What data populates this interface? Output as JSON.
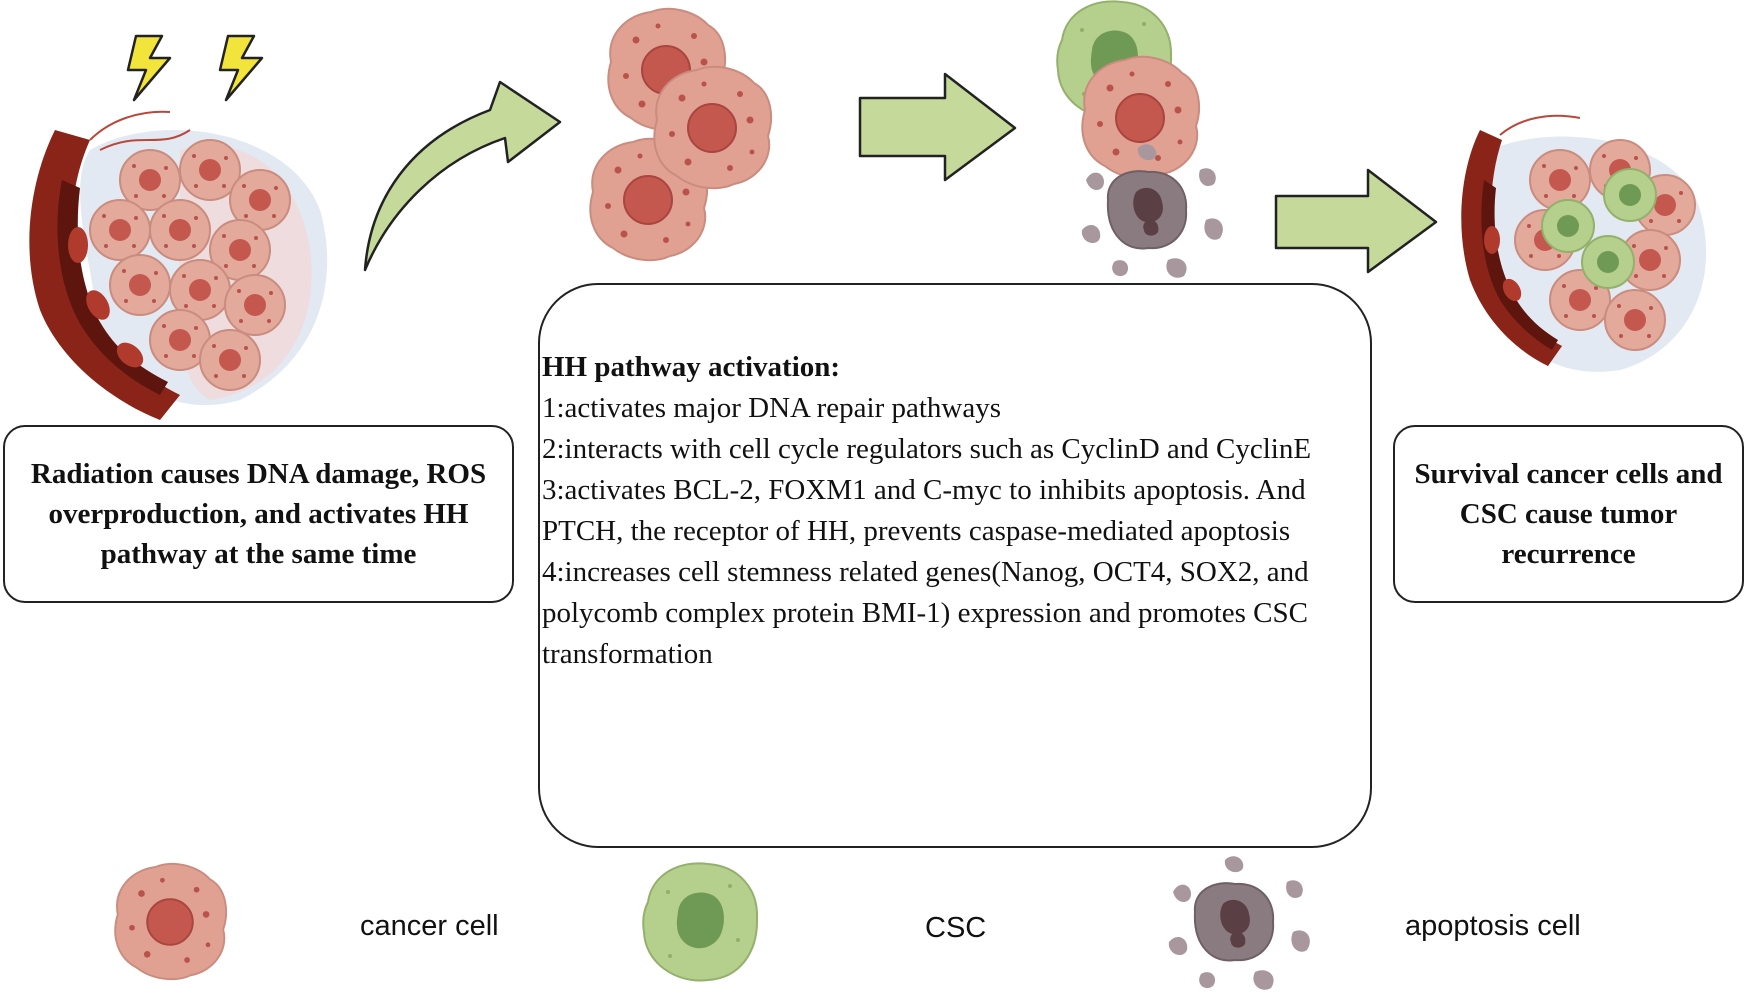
{
  "radiation_box": {
    "text": "Radiation causes DNA damage, ROS overproduction, and activates HH pathway at the same time"
  },
  "hh_box": {
    "title": "HH pathway activation:",
    "items": [
      "1:activates major DNA repair pathways",
      "2:interacts with cell cycle regulators such as CyclinD and CyclinE",
      "3:activates BCL-2, FOXM1 and C-myc to inhibits apoptosis.  And PTCH, the receptor of HH, prevents caspase-mediated apoptosis",
      "4:increases cell stemness related genes(Nanog, OCT4, SOX2, and polycomb complex protein BMI-1) expression and promotes CSC transformation"
    ]
  },
  "survival_box": {
    "text": "Survival cancer cells and CSC cause tumor recurrence"
  },
  "legend": {
    "cancer_cell": "cancer cell",
    "csc": "CSC",
    "apoptosis_cell": "apoptosis cell"
  },
  "colors": {
    "cancer_cell_fill": "#e0a193",
    "cancer_cell_nucleus": "#c4574e",
    "csc_fill": "#b5cf8c",
    "csc_nucleus": "#6f9a55",
    "apoptosis_fill": "#8a7b80",
    "vessel": "#8a2418",
    "arrow_fill": "#c5d99a",
    "lightning": "#f2e43a"
  },
  "icons": [
    "lightning-icon",
    "blood-vessel-icon",
    "arrow-icon"
  ]
}
